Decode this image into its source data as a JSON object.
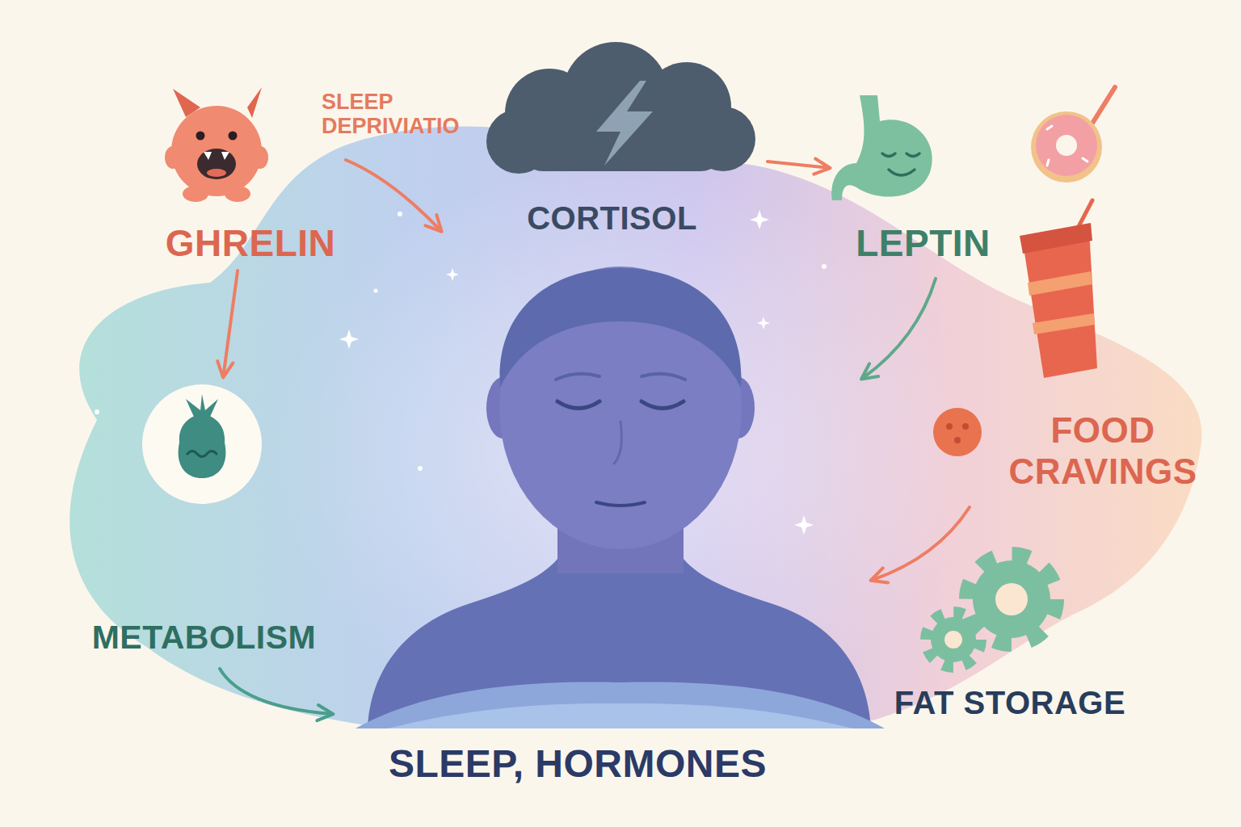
{
  "diagram": {
    "title": "SLEEP, HORMONES",
    "nodes": [
      {
        "text": [
          "GHRELIN"
        ]
      },
      {
        "text": [
          "CORTISOL"
        ]
      },
      {
        "text": [
          "LEPTIN"
        ]
      },
      {
        "text": [
          "METABOLISM"
        ]
      },
      {
        "text": [
          "FOOD CRAVINGS"
        ]
      },
      {
        "text": [
          "FAT STORAGE"
        ]
      }
    ],
    "edges": [
      {
        "from": 0,
        "to": 3,
        "arrow": "to"
      },
      {
        "from": 1,
        "to": 2,
        "arrow": "to"
      }
    ],
    "labels": [
      "SLEEP DEPRIVIATIO"
    ]
  }
}
